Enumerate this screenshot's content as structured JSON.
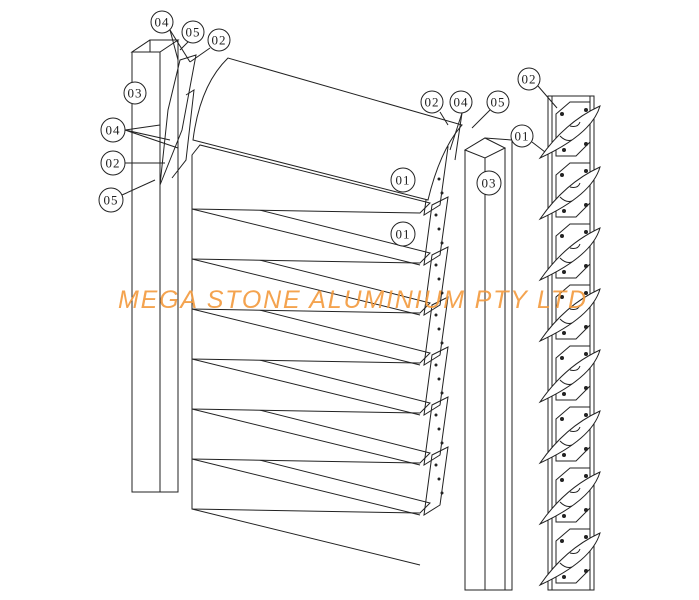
{
  "watermark": "MEGA STONE ALUMINIUM PTY LTD",
  "callouts": {
    "left_top_04": "04",
    "left_top_05": "05",
    "left_top_02": "02",
    "left_03": "03",
    "left_mid_04": "04",
    "left_mid_02": "02",
    "left_bot_05": "05",
    "mid_02": "02",
    "mid_04": "04",
    "mid_05": "05",
    "mid_01_a": "01",
    "mid_01_b": "01",
    "right_post_03": "03",
    "right_02": "02",
    "right_01": "01"
  },
  "blade_count": 7,
  "clip_count": 8,
  "colors": {
    "line": "#222222",
    "watermark": "#f39a3c"
  }
}
